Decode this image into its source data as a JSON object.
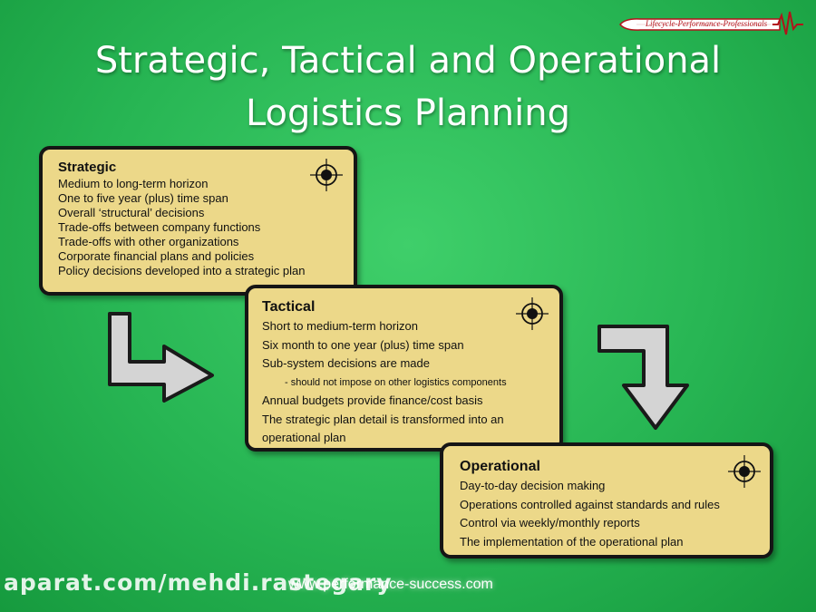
{
  "title": {
    "line1": "Strategic, Tactical and Operational",
    "line2": "Logistics Planning"
  },
  "logo": {
    "text": "Lifecycle-Performance-Professionals",
    "color": "#b3121a"
  },
  "colors": {
    "card_fill": "#ecd889",
    "card_border": "#151515",
    "background": "#27b553",
    "arrow_fill": "#d4d4d4"
  },
  "cards": {
    "strategic": {
      "heading": "Strategic",
      "lines": [
        "Medium to long-term horizon",
        "One to five year (plus) time span",
        "Overall ‘structural’ decisions",
        "Trade-offs between company functions",
        "Trade-offs with other organizations",
        "Corporate financial plans and policies",
        "Policy decisions developed into a strategic plan"
      ]
    },
    "tactical": {
      "heading": "Tactical",
      "lines": [
        "Short to medium-term horizon",
        "Six month to one year (plus) time span",
        "Sub-system decisions are made",
        "- should not impose on other logistics components",
        "Annual budgets provide finance/cost basis",
        "The strategic plan detail is transformed into an",
        "operational plan"
      ]
    },
    "operational": {
      "heading": "Operational",
      "lines": [
        "Day-to-day decision making",
        "Operations controlled against standards and rules",
        "Control via weekly/monthly reports",
        "The implementation of the operational plan"
      ]
    }
  },
  "icons": {
    "target": "crosshair-target-icon",
    "arrow_right": "bent-arrow-right-icon",
    "arrow_down": "bent-arrow-down-icon"
  },
  "footer": {
    "url": "www.performance-success.com",
    "watermark": "aparat.com/mehdi.rastegary"
  }
}
